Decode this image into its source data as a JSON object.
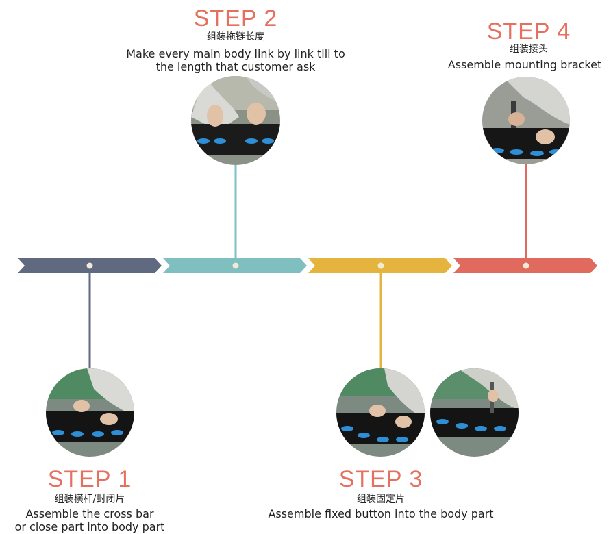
{
  "colors": {
    "step1": "#5f6a80",
    "step2": "#7fbfc0",
    "step3": "#e4b43e",
    "step4": "#e06a5e",
    "title": "#e5705f"
  },
  "steps": [
    {
      "title": "STEP 1",
      "zh": "组装横杆/封闭片",
      "en_lines": [
        "Assemble the cross bar",
        "or close part into body part"
      ]
    },
    {
      "title": "STEP 2",
      "zh": "组装拖链长度",
      "en_lines": [
        "Make every main body  link by link till to",
        "the length that customer ask"
      ]
    },
    {
      "title": "STEP 3",
      "zh": "组装固定片",
      "en_lines": [
        "Assemble fixed button into the body part"
      ]
    },
    {
      "title": "STEP 4",
      "zh": "组装接头",
      "en_lines": [
        "Assemble mounting bracket"
      ]
    }
  ]
}
